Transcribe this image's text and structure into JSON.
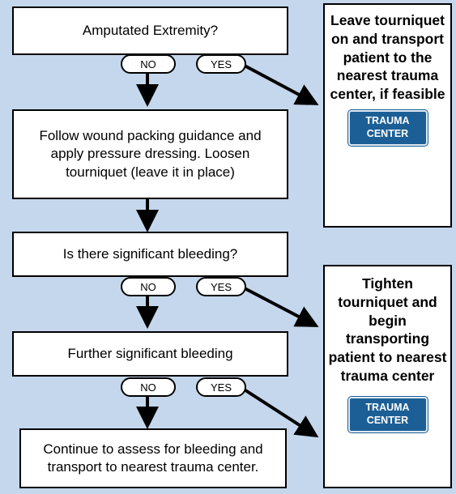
{
  "flow": {
    "step1": "Amputated Extremity?",
    "step2": "Follow wound packing guidance and apply pressure dressing. Loosen tourniquet (leave it in place)",
    "step3": "Is there significant bleeding?",
    "step4": "Further significant bleeding",
    "step5": "Continue to assess for bleeding and transport to nearest trauma center."
  },
  "choices": {
    "no": "NO",
    "yes": "YES"
  },
  "outcomes": {
    "amputated": "Leave tourniquet on and transport patient to the nearest trauma center, if feasible",
    "bleeding": "Tighten tourniquet and begin transporting patient to nearest trauma center"
  },
  "sign": {
    "line1": "TRAUMA",
    "line2": "CENTER"
  }
}
